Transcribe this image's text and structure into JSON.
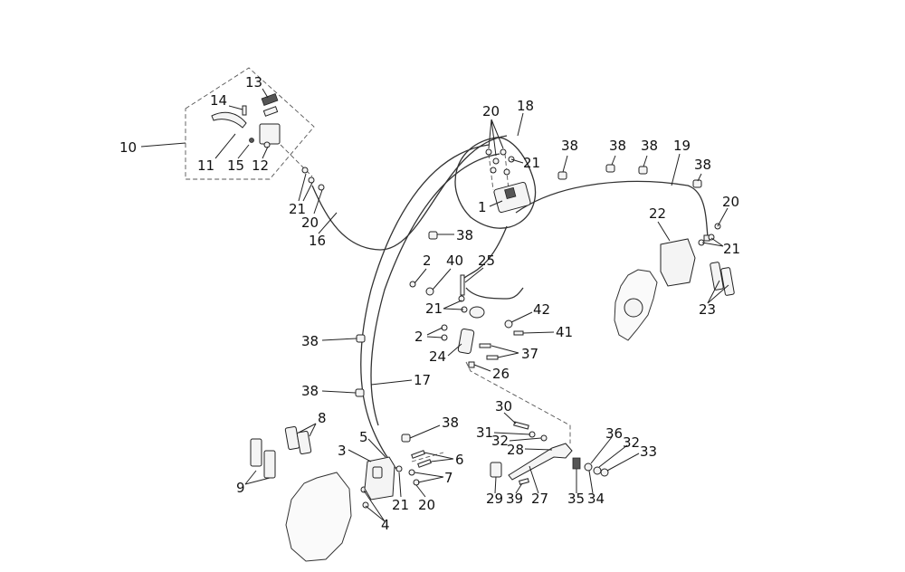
{
  "labels": [
    {
      "id": "l1",
      "text": "1"
    },
    {
      "id": "l2a",
      "text": "2"
    },
    {
      "id": "l2b",
      "text": "2"
    },
    {
      "id": "l3",
      "text": "3"
    },
    {
      "id": "l4",
      "text": "4"
    },
    {
      "id": "l5",
      "text": "5"
    },
    {
      "id": "l6",
      "text": "6"
    },
    {
      "id": "l7",
      "text": "7"
    },
    {
      "id": "l8",
      "text": "8"
    },
    {
      "id": "l9",
      "text": "9"
    },
    {
      "id": "l10",
      "text": "10"
    },
    {
      "id": "l11",
      "text": "11"
    },
    {
      "id": "l12",
      "text": "12"
    },
    {
      "id": "l13",
      "text": "13"
    },
    {
      "id": "l14",
      "text": "14"
    },
    {
      "id": "l15",
      "text": "15"
    },
    {
      "id": "l16",
      "text": "16"
    },
    {
      "id": "l17",
      "text": "17"
    },
    {
      "id": "l18",
      "text": "18"
    },
    {
      "id": "l19",
      "text": "19"
    },
    {
      "id": "l20a",
      "text": "20"
    },
    {
      "id": "l20b",
      "text": "20"
    },
    {
      "id": "l20c",
      "text": "20"
    },
    {
      "id": "l20d",
      "text": "20"
    },
    {
      "id": "l21a",
      "text": "21"
    },
    {
      "id": "l21b",
      "text": "21"
    },
    {
      "id": "l21c",
      "text": "21"
    },
    {
      "id": "l21d",
      "text": "21"
    },
    {
      "id": "l21e",
      "text": "21"
    },
    {
      "id": "l22",
      "text": "22"
    },
    {
      "id": "l23",
      "text": "23"
    },
    {
      "id": "l24",
      "text": "24"
    },
    {
      "id": "l25",
      "text": "25"
    },
    {
      "id": "l26",
      "text": "26"
    },
    {
      "id": "l27",
      "text": "27"
    },
    {
      "id": "l28",
      "text": "28"
    },
    {
      "id": "l29",
      "text": "29"
    },
    {
      "id": "l30",
      "text": "30"
    },
    {
      "id": "l31",
      "text": "31"
    },
    {
      "id": "l32a",
      "text": "32"
    },
    {
      "id": "l32b",
      "text": "32"
    },
    {
      "id": "l33",
      "text": "33"
    },
    {
      "id": "l34",
      "text": "34"
    },
    {
      "id": "l35",
      "text": "35"
    },
    {
      "id": "l36",
      "text": "36"
    },
    {
      "id": "l37",
      "text": "37"
    },
    {
      "id": "l38a",
      "text": "38"
    },
    {
      "id": "l38b",
      "text": "38"
    },
    {
      "id": "l38c",
      "text": "38"
    },
    {
      "id": "l38d",
      "text": "38"
    },
    {
      "id": "l38e",
      "text": "38"
    },
    {
      "id": "l38f",
      "text": "38"
    },
    {
      "id": "l38g",
      "text": "38"
    },
    {
      "id": "l38h",
      "text": "38"
    },
    {
      "id": "l39",
      "text": "39"
    },
    {
      "id": "l40",
      "text": "40"
    },
    {
      "id": "l41",
      "text": "41"
    },
    {
      "id": "l42",
      "text": "42"
    }
  ]
}
